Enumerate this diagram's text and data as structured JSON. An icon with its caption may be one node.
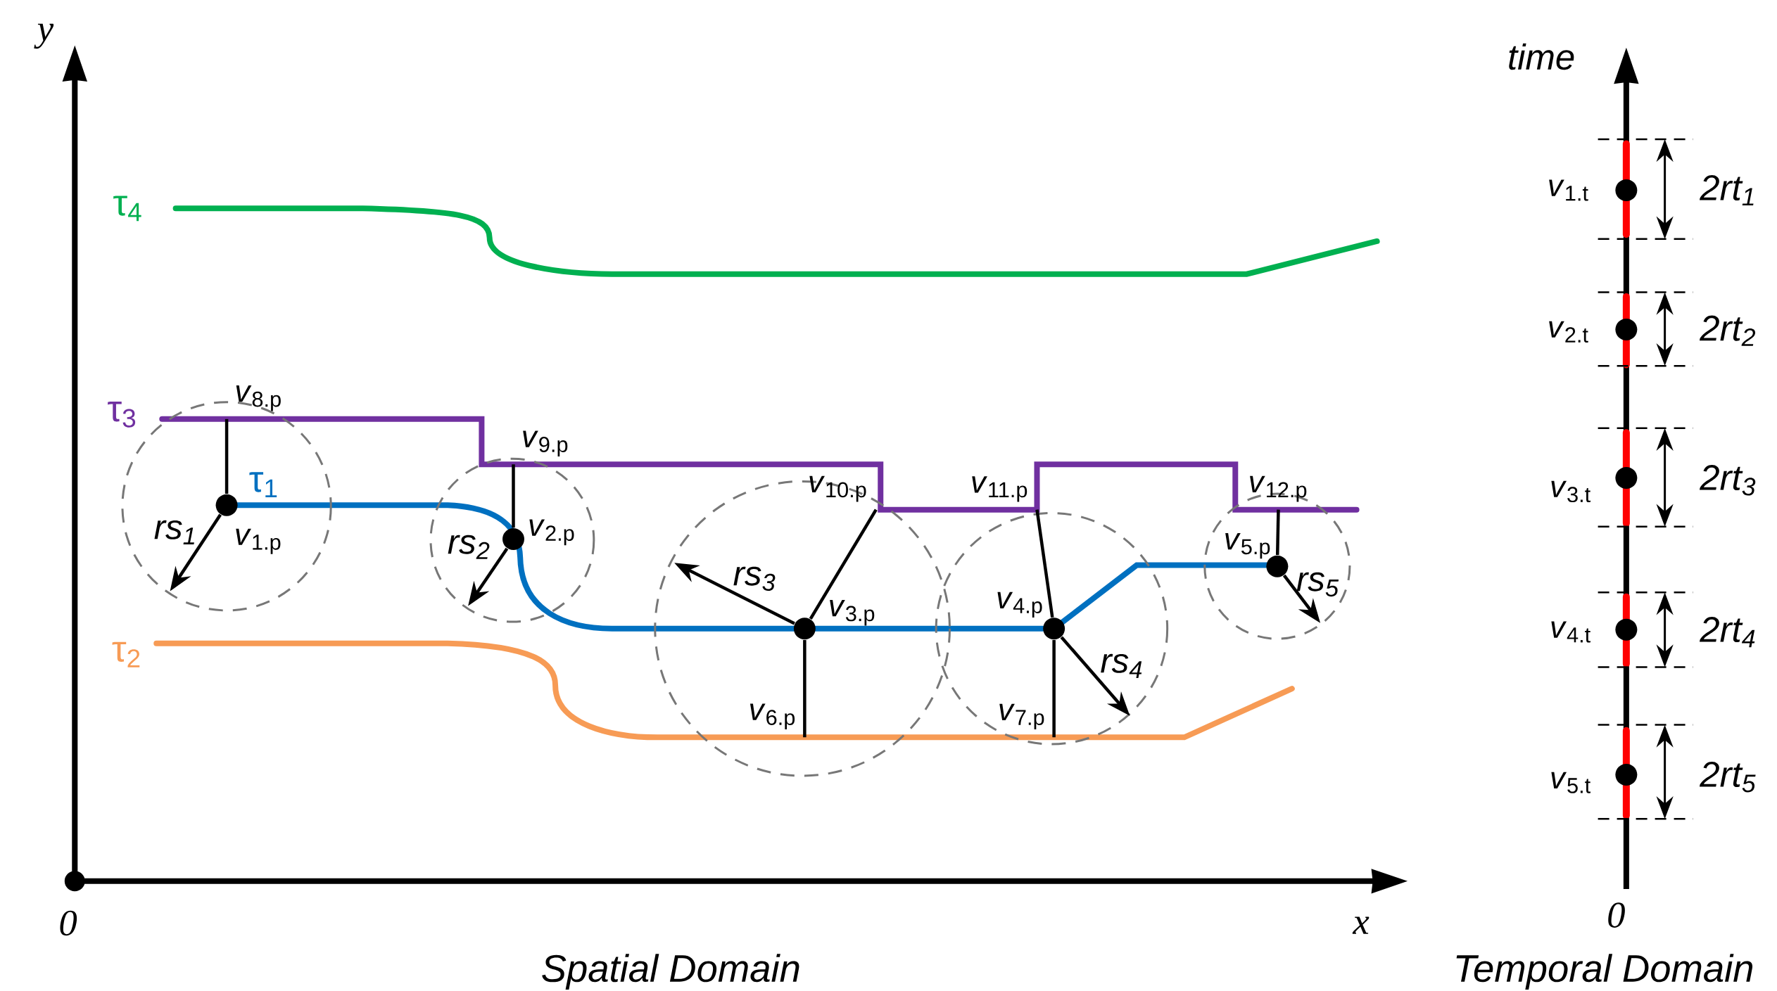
{
  "diagram": {
    "nodes": [
      {
        "text": [],
        "shape": "circle",
        "beside": [
          "*v*$_{1.p}$"
        ]
      },
      {
        "text": [],
        "shape": "circle",
        "beside": [
          "*v*$_{2.p}$"
        ]
      },
      {
        "text": [],
        "shape": "circle",
        "beside": [
          "*v*$_{3.p}$"
        ]
      },
      {
        "text": [],
        "shape": "circle",
        "beside": [
          "*v*$_{4.p}$"
        ]
      },
      {
        "text": [],
        "shape": "circle",
        "beside": [
          "*v*$_{5.p}$"
        ]
      },
      {
        "text": [
          "*v*$_{6.p}$"
        ]
      },
      {
        "text": [
          "*v*$_{7.p}$"
        ]
      },
      {
        "text": [
          "*v*$_{8.p}$"
        ]
      },
      {
        "text": [
          "*v*$_{9.p}$"
        ]
      },
      {
        "text": [
          "*v*$_{10.p}$"
        ]
      },
      {
        "text": [
          "*v*$_{11.p}$"
        ]
      },
      {
        "text": [
          "*v*$_{12.p}$"
        ]
      },
      {
        "text": [],
        "shape": "circle",
        "beside": [
          "*v*$_{1.t}$"
        ]
      },
      {
        "text": [],
        "shape": "circle",
        "beside": [
          "*v*$_{2.t}$"
        ]
      },
      {
        "text": [],
        "shape": "circle",
        "beside": [
          "*v*$_{3.t}$"
        ]
      },
      {
        "text": [],
        "shape": "circle",
        "beside": [
          "*v*$_{4.t}$"
        ]
      },
      {
        "text": [],
        "shape": "circle",
        "beside": [
          "*v*$_{5.t}$"
        ]
      }
    ],
    "edges": [
      {
        "from": 0,
        "to": 7,
        "arrow": "none"
      },
      {
        "from": 1,
        "to": 8,
        "arrow": "none"
      },
      {
        "from": 2,
        "to": 9,
        "arrow": "none"
      },
      {
        "from": 2,
        "to": 5,
        "arrow": "none"
      },
      {
        "from": 3,
        "to": 10,
        "arrow": "none"
      },
      {
        "from": 3,
        "to": 6,
        "arrow": "none"
      },
      {
        "from": 4,
        "to": 11,
        "arrow": "none"
      },
      {
        "from": 0,
        "to": null,
        "arrow": "to",
        "label": "rs$_{1}$"
      },
      {
        "from": 1,
        "to": null,
        "arrow": "to",
        "label": "rs$_{2}$"
      },
      {
        "from": 2,
        "to": null,
        "arrow": "to",
        "label": "rs$_{3}$"
      },
      {
        "from": 3,
        "to": null,
        "arrow": "to",
        "label": "rs$_{4}$"
      },
      {
        "from": 4,
        "to": null,
        "arrow": "to",
        "label": "rs$_{5}$"
      }
    ],
    "labels": [
      "y",
      "τ$_{4}$",
      "τ$_{3}$",
      "τ$_{1}$",
      "τ$_{2}$",
      "0",
      "x",
      "Spatial Domain",
      "time",
      "2rt$_{1}$",
      "2rt$_{2}$",
      "2rt$_{3}$",
      "2rt$_{4}$",
      "2rt$_{5}$",
      "0",
      "Temporal Domain"
    ]
  }
}
